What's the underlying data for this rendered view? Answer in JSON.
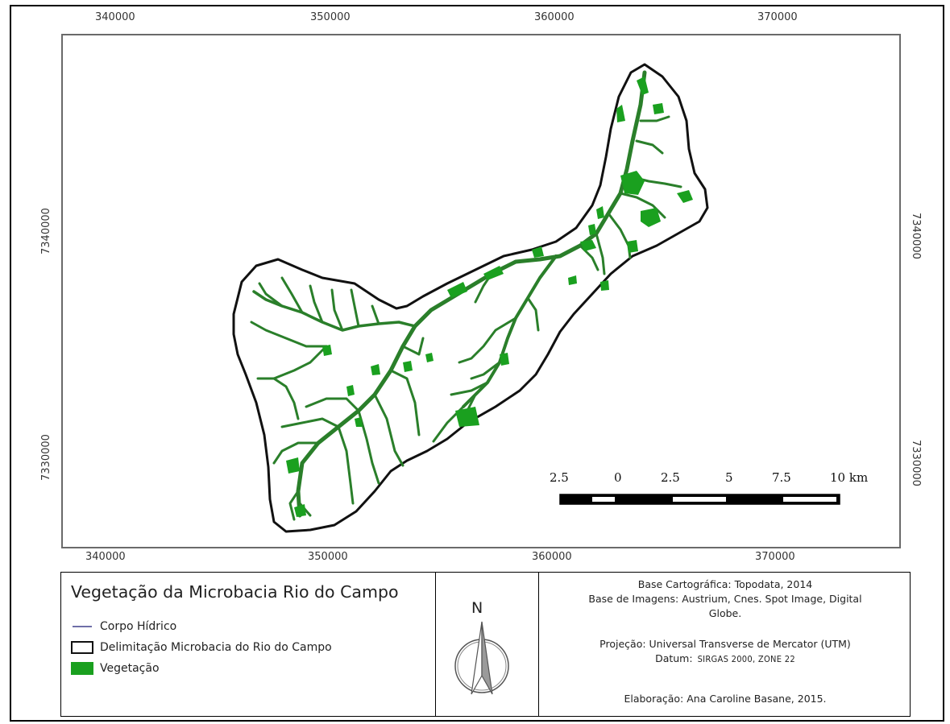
{
  "map": {
    "grid_x_labels": [
      "340000",
      "350000",
      "360000",
      "370000"
    ],
    "grid_y_labels": [
      "7340000",
      "7330000"
    ],
    "scale_bar_labels": [
      "2.5",
      "0",
      "2.5",
      "5",
      "7.5",
      "10 km"
    ]
  },
  "legend": {
    "title": "Vegetação da Microbacia Rio do Campo",
    "items": [
      {
        "label": "Corpo Hídrico",
        "symbol": "line",
        "color": "#6f6fa8"
      },
      {
        "label": "Delimitação Microbacia do Rio do Campo",
        "symbol": "outline",
        "color": "#111111"
      },
      {
        "label": "Vegetação",
        "symbol": "fill",
        "color": "#1aa01f"
      }
    ]
  },
  "north_arrow": {
    "label": "N",
    "icon": "north-arrow-icon"
  },
  "credits": {
    "base_cartografica": "Base Cartográfica: Topodata, 2014",
    "base_imagens_line1": "Base de Imagens: Austrium, Cnes. Spot Image,  Digital",
    "base_imagens_line2": "Globe.",
    "projecao": "Projeção: Universal Transverse de Mercator (UTM)",
    "datum_label": "Datum:",
    "datum_value": "SIRGAS 2000, ZONE 22",
    "elaboracao": "Elaboração: Ana Caroline Basane, 2015."
  },
  "colors": {
    "vegetation": "#1aa01f",
    "vegetation_dark": "#2a7f2a",
    "river": "#3d6e50",
    "boundary": "#111111"
  }
}
